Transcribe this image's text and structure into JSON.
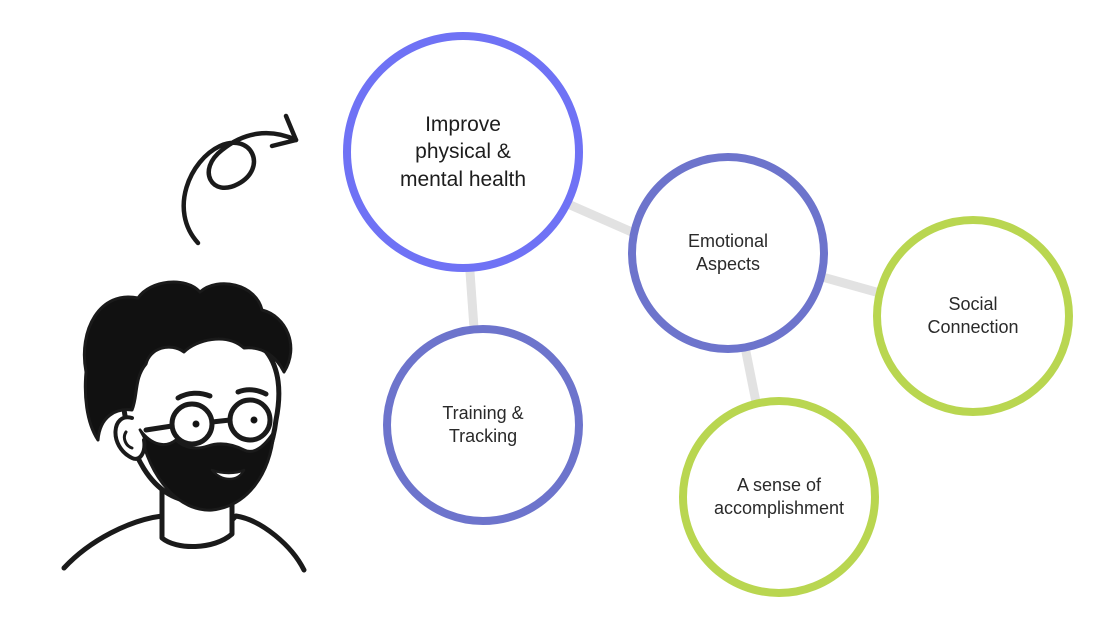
{
  "colors": {
    "primary": "#6f72f5",
    "secondary": "#6d74cc",
    "accent": "#b9d650",
    "connector": "#e2e2e2",
    "ink": "#1a1a1a"
  },
  "nodes": {
    "improve": {
      "line1": "Improve",
      "line2": "physical &",
      "line3": "mental health"
    },
    "emotional": {
      "line1": "Emotional",
      "line2": "Aspects"
    },
    "training": {
      "line1": "Training &",
      "line2": "Tracking"
    },
    "social": {
      "line1": "Social",
      "line2": "Connection"
    },
    "accomplishment": {
      "line1": "A sense of",
      "line2": "accomplishment"
    }
  },
  "illustration": {
    "person": "bearded-man-with-glasses-illustration",
    "arrow": "curly-arrow-icon"
  }
}
